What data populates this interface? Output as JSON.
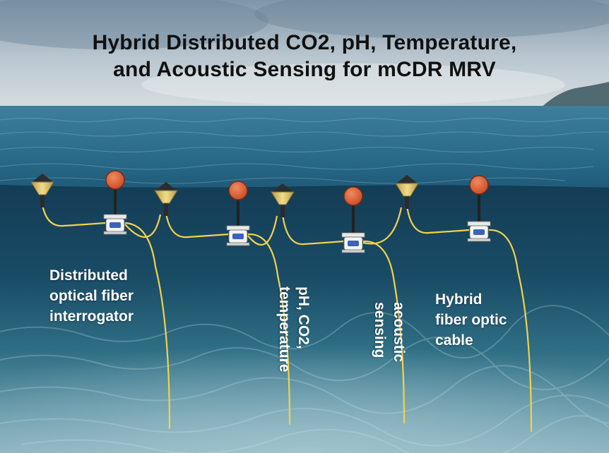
{
  "title": {
    "line1": "Hybrid Distributed CO2, pH, Temperature,",
    "line2": "and Acoustic Sensing for mCDR MRV"
  },
  "labels": {
    "interrogator": [
      "Distributed",
      "optical fiber",
      "interrogator"
    ],
    "ph_co2_temp": [
      "pH, CO2,",
      "temperature"
    ],
    "acoustic": [
      "acoustic",
      "sensing"
    ],
    "cable": [
      "Hybrid",
      "fiber optic",
      "cable"
    ]
  },
  "colors": {
    "sky_top": "#8fa4b6",
    "sea_surface": "#2f6d8a",
    "deep_water": "#16405a",
    "sea_floor": "#7aa7b6",
    "cable": "#f2d24a",
    "buoy_float": "#e0623a",
    "funnel_sensor": "#e8c96a"
  }
}
